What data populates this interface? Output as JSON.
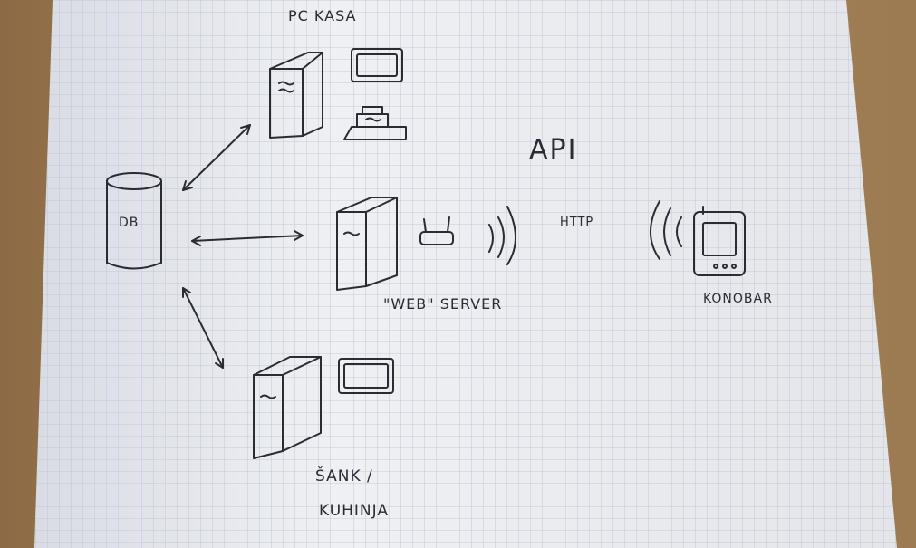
{
  "diagram": {
    "labels": {
      "pc_kasa": "PC KASA",
      "db": "DB",
      "api": "API",
      "http": "HTTP",
      "web_server": "\"WEB\" SERVER",
      "konobar": "KONOBAR",
      "sank": "ŠANK /",
      "kuhinja": "KUHINJA"
    },
    "nodes": [
      {
        "id": "db",
        "kind": "database-cylinder"
      },
      {
        "id": "pc-kasa",
        "kind": "computer-tower",
        "extras": [
          "monitor",
          "receipt-printer"
        ]
      },
      {
        "id": "web-server",
        "kind": "computer-tower",
        "extras": [
          "wifi-router",
          "wireless-signal"
        ]
      },
      {
        "id": "sank-kuhinja",
        "kind": "computer-tower",
        "extras": [
          "monitor"
        ]
      },
      {
        "id": "konobar",
        "kind": "handheld-pda",
        "extras": [
          "wireless-signal"
        ]
      }
    ],
    "edges": [
      {
        "from": "db",
        "to": "pc-kasa",
        "style": "double-arrow"
      },
      {
        "from": "db",
        "to": "web-server",
        "style": "double-arrow"
      },
      {
        "from": "db",
        "to": "sank-kuhinja",
        "style": "double-arrow"
      },
      {
        "from": "web-server",
        "to": "konobar",
        "style": "wireless"
      }
    ],
    "colors": {
      "ink": "#2b2b33",
      "paper": "#eceef2",
      "grid": "#b9c1cf",
      "desk": "#a07c52"
    }
  }
}
